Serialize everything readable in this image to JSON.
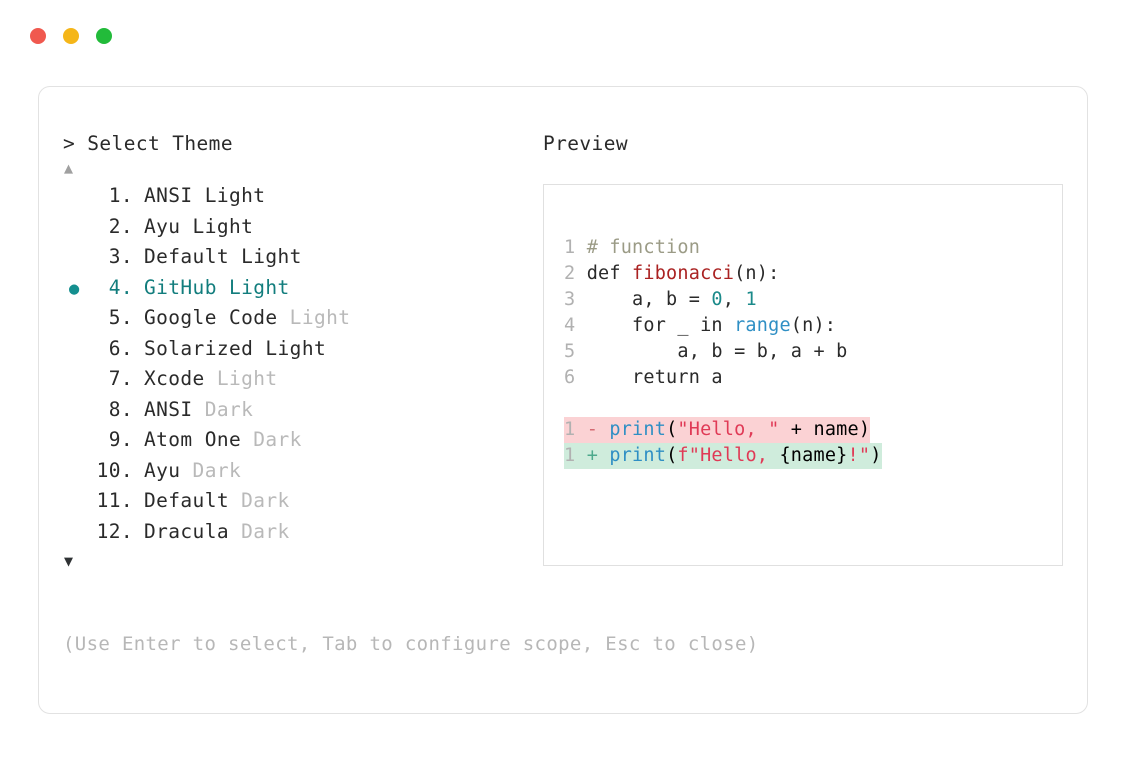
{
  "window": {
    "dots": [
      {
        "name": "close-dot",
        "color": "#f0594f"
      },
      {
        "name": "minimize-dot",
        "color": "#f5b619"
      },
      {
        "name": "maximize-dot",
        "color": "#22bb3a"
      }
    ]
  },
  "prompt": {
    "marker": ">",
    "title": "Select Theme",
    "scroll_up": "▲",
    "scroll_down": "▼",
    "selected_bullet": "●"
  },
  "themes": [
    {
      "num": "1.",
      "name": "ANSI",
      "variant": "Light",
      "variant_dim": false,
      "selected": false
    },
    {
      "num": "2.",
      "name": "Ayu",
      "variant": "Light",
      "variant_dim": false,
      "selected": false
    },
    {
      "num": "3.",
      "name": "Default",
      "variant": "Light",
      "variant_dim": false,
      "selected": false
    },
    {
      "num": "4.",
      "name": "GitHub",
      "variant": "Light",
      "variant_dim": false,
      "selected": true
    },
    {
      "num": "5.",
      "name": "Google Code",
      "variant": "Light",
      "variant_dim": true,
      "selected": false
    },
    {
      "num": "6.",
      "name": "Solarized",
      "variant": "Light",
      "variant_dim": false,
      "selected": false
    },
    {
      "num": "7.",
      "name": "Xcode",
      "variant": "Light",
      "variant_dim": true,
      "selected": false
    },
    {
      "num": "8.",
      "name": "ANSI",
      "variant": "Dark",
      "variant_dim": true,
      "selected": false
    },
    {
      "num": "9.",
      "name": "Atom One",
      "variant": "Dark",
      "variant_dim": true,
      "selected": false
    },
    {
      "num": "10.",
      "name": "Ayu",
      "variant": "Dark",
      "variant_dim": true,
      "selected": false
    },
    {
      "num": "11.",
      "name": "Default",
      "variant": "Dark",
      "variant_dim": true,
      "selected": false
    },
    {
      "num": "12.",
      "name": "Dracula",
      "variant": "Dark",
      "variant_dim": true,
      "selected": false
    }
  ],
  "hint": "(Use Enter to select, Tab to configure scope, Esc to close)",
  "preview": {
    "label": "Preview",
    "code_lines": [
      {
        "ln": "1",
        "tokens": [
          {
            "t": "# function",
            "c": "comment"
          }
        ]
      },
      {
        "ln": "2",
        "tokens": [
          {
            "t": "def ",
            "c": "plain"
          },
          {
            "t": "fibonacci",
            "c": "func"
          },
          {
            "t": "(n):",
            "c": "plain"
          }
        ]
      },
      {
        "ln": "3",
        "tokens": [
          {
            "t": "    a, b = ",
            "c": "plain"
          },
          {
            "t": "0",
            "c": "num"
          },
          {
            "t": ", ",
            "c": "plain"
          },
          {
            "t": "1",
            "c": "num"
          }
        ]
      },
      {
        "ln": "4",
        "tokens": [
          {
            "t": "    for _ in ",
            "c": "plain"
          },
          {
            "t": "range",
            "c": "builtin"
          },
          {
            "t": "(n):",
            "c": "plain"
          }
        ]
      },
      {
        "ln": "5",
        "tokens": [
          {
            "t": "        a, b = b, a + b",
            "c": "plain"
          }
        ]
      },
      {
        "ln": "6",
        "tokens": [
          {
            "t": "    return a",
            "c": "plain"
          }
        ]
      }
    ],
    "diff_lines": [
      {
        "ln": "1",
        "kind": "del",
        "sign": "-",
        "tokens": [
          {
            "t": "print",
            "c": "builtin"
          },
          {
            "t": "(",
            "c": "plain"
          },
          {
            "t": "\"Hello, \"",
            "c": "str"
          },
          {
            "t": " + name)",
            "c": "plain"
          }
        ]
      },
      {
        "ln": "1",
        "kind": "add",
        "sign": "+",
        "tokens": [
          {
            "t": "print",
            "c": "builtin"
          },
          {
            "t": "(",
            "c": "plain"
          },
          {
            "t": "f\"Hello, ",
            "c": "str"
          },
          {
            "t": "{name}",
            "c": "plain"
          },
          {
            "t": "!\"",
            "c": "str"
          },
          {
            "t": ")",
            "c": "plain"
          }
        ]
      }
    ]
  },
  "colors": {
    "accent_selected": "#127d7d",
    "diff_del_bg": "#fbd2d4",
    "diff_add_bg": "#cfecdc",
    "border": "#e2e2e2",
    "text": "#2a2a2a",
    "text_dim": "#b9b9b9"
  }
}
